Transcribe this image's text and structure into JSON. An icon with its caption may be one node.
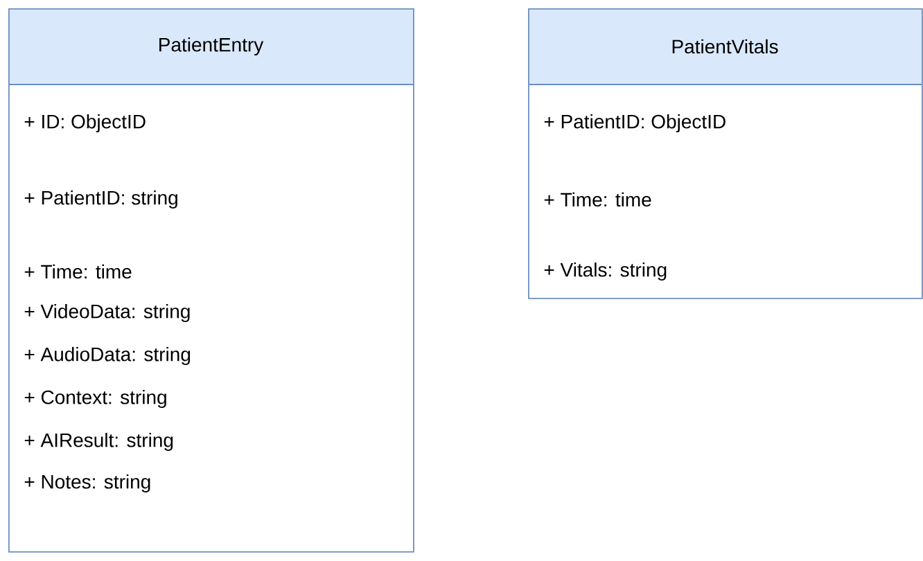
{
  "diagram": {
    "nodes": [
      {
        "text": [
          "PatientEntry",
          "+ ID: ObjectID",
          "+ PatientID: string",
          "+ Time: time",
          "+ VideoData: string",
          "+ AudioData: string",
          "+ Context: string",
          "+ AIResult: string",
          "+ Notes: string"
        ]
      },
      {
        "text": [
          "PatientVitals",
          "+ PatientID: ObjectID",
          "+ Time: time",
          "+ Vitals: string"
        ]
      }
    ]
  }
}
